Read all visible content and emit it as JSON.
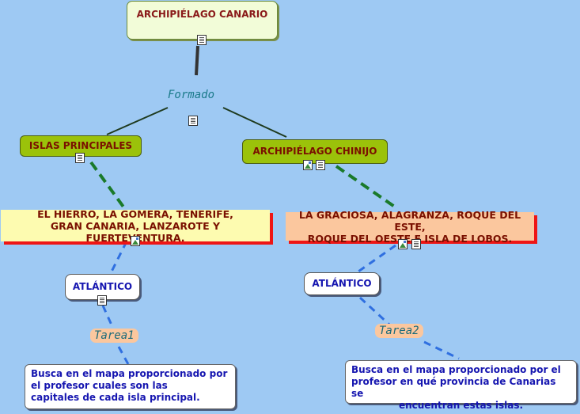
{
  "root": {
    "label": "ARCHIPIÉLAGO CANARIO"
  },
  "linker": {
    "label": "Formado"
  },
  "islas_principales": {
    "label": "ISLAS PRINCIPALES"
  },
  "chinijo": {
    "label": "ARCHIPIÉLAGO CHINIJO"
  },
  "principales_list": {
    "line1": "EL HIERRO, LA GOMERA, TENERIFE,",
    "line2": "GRAN CANARIA, LANZAROTE Y FUERTEVENTURA."
  },
  "chinijo_list": {
    "line1": "LA GRACIOSA, ALAGRANZA, ROQUE DEL ESTE,",
    "line2": "ROQUE DEL OESTE E ISLA DE LOBOS."
  },
  "atlantico_left": {
    "label": "ATLÁNTICO"
  },
  "atlantico_right": {
    "label": "ATLÁNTICO"
  },
  "tarea1": {
    "label": "Tarea1"
  },
  "tarea2": {
    "label": "Tarea2"
  },
  "note_left": {
    "line1": "Busca en el mapa proporcionado por",
    "line2": "el profesor cuales son las",
    "line3": "capitales de cada isla principal."
  },
  "note_right": {
    "line1": "Busca en el mapa proporcionado por el",
    "line2": "profesor en qué provincia de Canarias se",
    "line3": "encuentran estas islas."
  },
  "icons": [
    "doc-icon",
    "image-icon"
  ]
}
